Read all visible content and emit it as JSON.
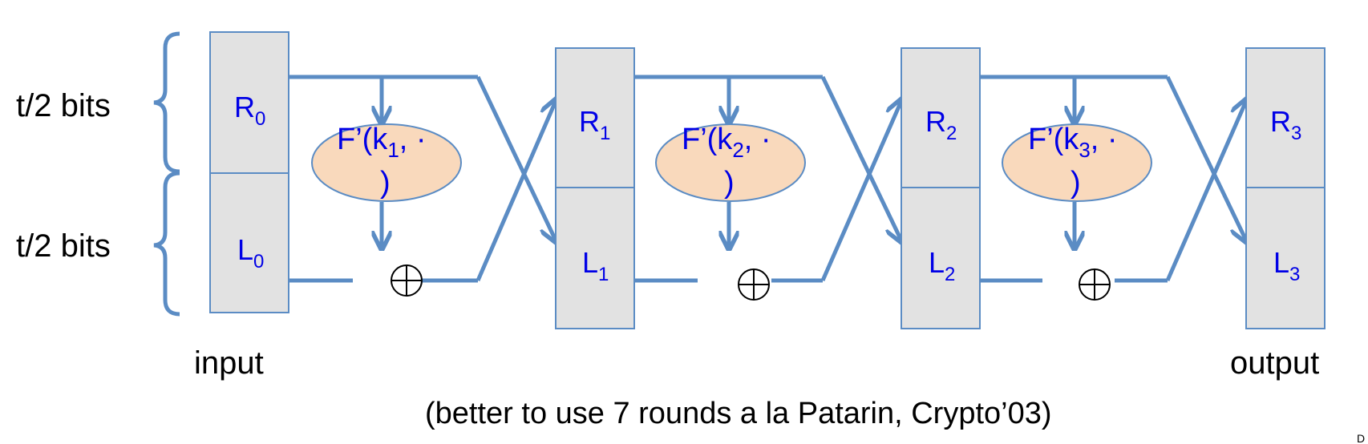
{
  "labels": {
    "top_half": "t/2 bits",
    "bottom_half": "t/2 bits",
    "input": "input",
    "output": "output",
    "caption": "(better to use 7 rounds a la Patarin, Crypto’03)",
    "corner": "D"
  },
  "registers": [
    {
      "r_main": "R",
      "r_sub": "0",
      "l_main": "L",
      "l_sub": "0"
    },
    {
      "r_main": "R",
      "r_sub": "1",
      "l_main": "L",
      "l_sub": "1"
    },
    {
      "r_main": "R",
      "r_sub": "2",
      "l_main": "L",
      "l_sub": "2"
    },
    {
      "r_main": "R",
      "r_sub": "3",
      "l_main": "L",
      "l_sub": "3"
    }
  ],
  "rounds": [
    {
      "f_prefix": "F’(k",
      "f_sub": "1",
      "f_suffix": ", ·",
      "f_close": ")",
      "xor_symbol": "⊕"
    },
    {
      "f_prefix": "F’(k",
      "f_sub": "2",
      "f_suffix": ", ·",
      "f_close": ")",
      "xor_symbol": "⊕"
    },
    {
      "f_prefix": "F’(k",
      "f_sub": "3",
      "f_suffix": ", ·",
      "f_close": ")",
      "xor_symbol": "⊕"
    }
  ],
  "colors": {
    "line": "#5b8cc4",
    "register_fill": "#e2e2e2",
    "register_stroke": "#5b8cc4",
    "ellipse_fill": "#f9d9bc",
    "ellipse_stroke": "#5b8cc4",
    "register_text": "#0000e6"
  }
}
